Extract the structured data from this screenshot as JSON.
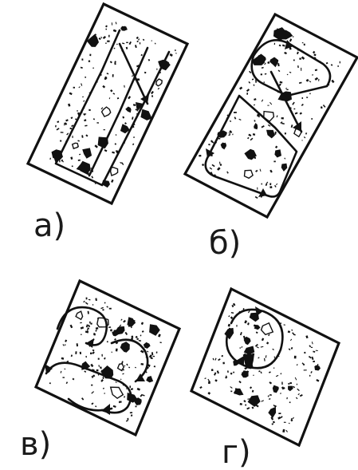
{
  "figure": {
    "panels": [
      {
        "id": "a",
        "label": "а)"
      },
      {
        "id": "b",
        "label": "б)"
      },
      {
        "id": "v",
        "label": "в)"
      },
      {
        "id": "g",
        "label": "г)"
      }
    ]
  },
  "colors": {
    "ink": "#111111",
    "background": "#ffffff"
  }
}
